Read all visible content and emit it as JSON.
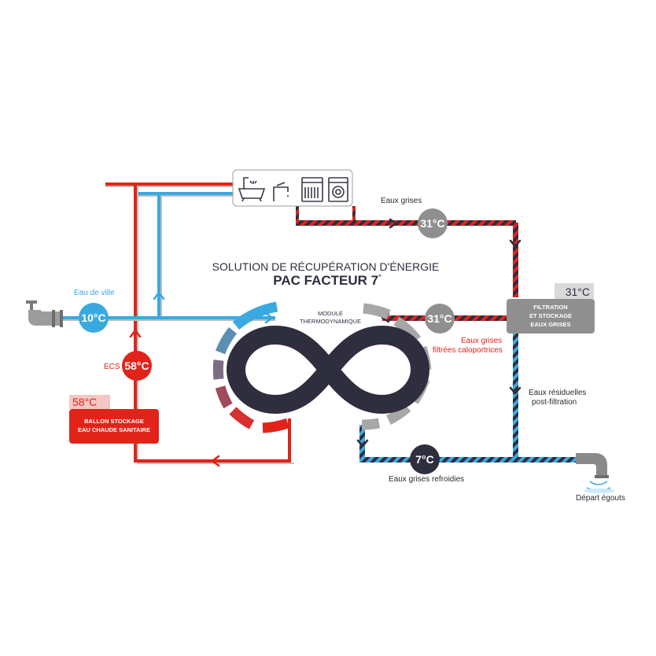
{
  "title": {
    "line1": "SOLUTION DE RÉCUPÉRATION D'ÉNERGIE",
    "line2": "PAC FACTEUR 7",
    "line2_sup": "°"
  },
  "module": {
    "line1": "MODULE",
    "line2": "THERMODYNAMIQUE"
  },
  "labels": {
    "eaux_grises": "Eaux grises",
    "eau_de_ville": "Eau de ville",
    "ecs": "ECS",
    "eaux_grises_filtrees_1": "Eaux grises",
    "eaux_grises_filtrees_2": "filtrées caloportrices",
    "eaux_residuelles_1": "Eaux résiduelles",
    "eaux_residuelles_2": "post-filtration",
    "eaux_grises_refroidies": "Eaux grises refroidies",
    "depart_egouts": "Départ égouts"
  },
  "badges": {
    "grises_top": "31°C",
    "grises_filtrees": "31°C",
    "eau_de_ville": "10°C",
    "ecs": "58°C",
    "refroidies": "7°C"
  },
  "boxes": {
    "filtration": {
      "tag": "31°C",
      "lines": [
        "FILTRATION",
        "ET STOCKAGE",
        "EAUX GRISES"
      ]
    },
    "ballon": {
      "tag": "58°C",
      "lines": [
        "BALLON STOCKAGE",
        "EAU CHAUDE SANITAIRE"
      ]
    }
  },
  "appliances": [
    "bathtub-icon",
    "faucet-icon",
    "dishwasher-icon",
    "washing-machine-icon"
  ],
  "colors": {
    "hot": "#e2231a",
    "cold": "#3aa9e0",
    "grey": "#9d9d9d",
    "dark": "#2e2e3f",
    "badge_grey": "#8f8f8f",
    "tag_bg": "#d9d9d9",
    "tag_hot_bg": "#f4c7c4"
  }
}
